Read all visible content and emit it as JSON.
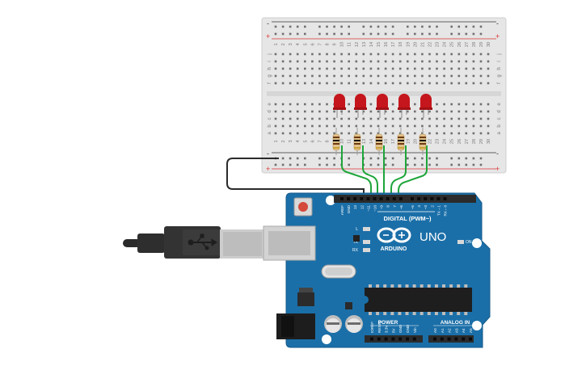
{
  "breadboard": {
    "rail_minus": "-",
    "rail_plus": "+",
    "row_letters_top": [
      "j",
      "i",
      "h",
      "g",
      "f"
    ],
    "row_letters_bottom": [
      "e",
      "d",
      "c",
      "b",
      "a"
    ],
    "column_numbers": [
      "1",
      "2",
      "3",
      "4",
      "5",
      "6",
      "7",
      "8",
      "9",
      "10",
      "11",
      "12",
      "13",
      "14",
      "15",
      "16",
      "17",
      "18",
      "19",
      "20",
      "21",
      "22",
      "23",
      "24",
      "25",
      "26",
      "27",
      "28",
      "29",
      "30"
    ]
  },
  "leds": [
    {
      "color": "#c4161c"
    },
    {
      "color": "#c4161c"
    },
    {
      "color": "#c4161c"
    },
    {
      "color": "#c4161c"
    },
    {
      "color": "#c4161c"
    }
  ],
  "wires": {
    "signal_color": "#1ea53a",
    "ground_color": "#2b2b2b"
  },
  "arduino": {
    "board_color": "#1b6fa8",
    "model": "UNO",
    "brand": "ARDUINO",
    "digital_label": "DIGITAL (PWM~)",
    "power_label": "POWER",
    "analog_label": "ANALOG IN",
    "on_label": "ON",
    "led_labels": [
      "L",
      "TX",
      "RX"
    ],
    "digital_pins": [
      "AREF",
      "GND",
      "13",
      "12",
      "~11",
      "~10",
      "~9",
      "8",
      "7",
      "~6",
      "~5",
      "4",
      "~3",
      "2",
      "TX→1",
      "RX←0"
    ],
    "power_pins": [
      "IOREF",
      "RESET",
      "3.3V",
      "5V",
      "GND",
      "GND",
      "Vin"
    ],
    "analog_pins": [
      "A0",
      "A1",
      "A2",
      "A3",
      "A4",
      "A5"
    ]
  }
}
